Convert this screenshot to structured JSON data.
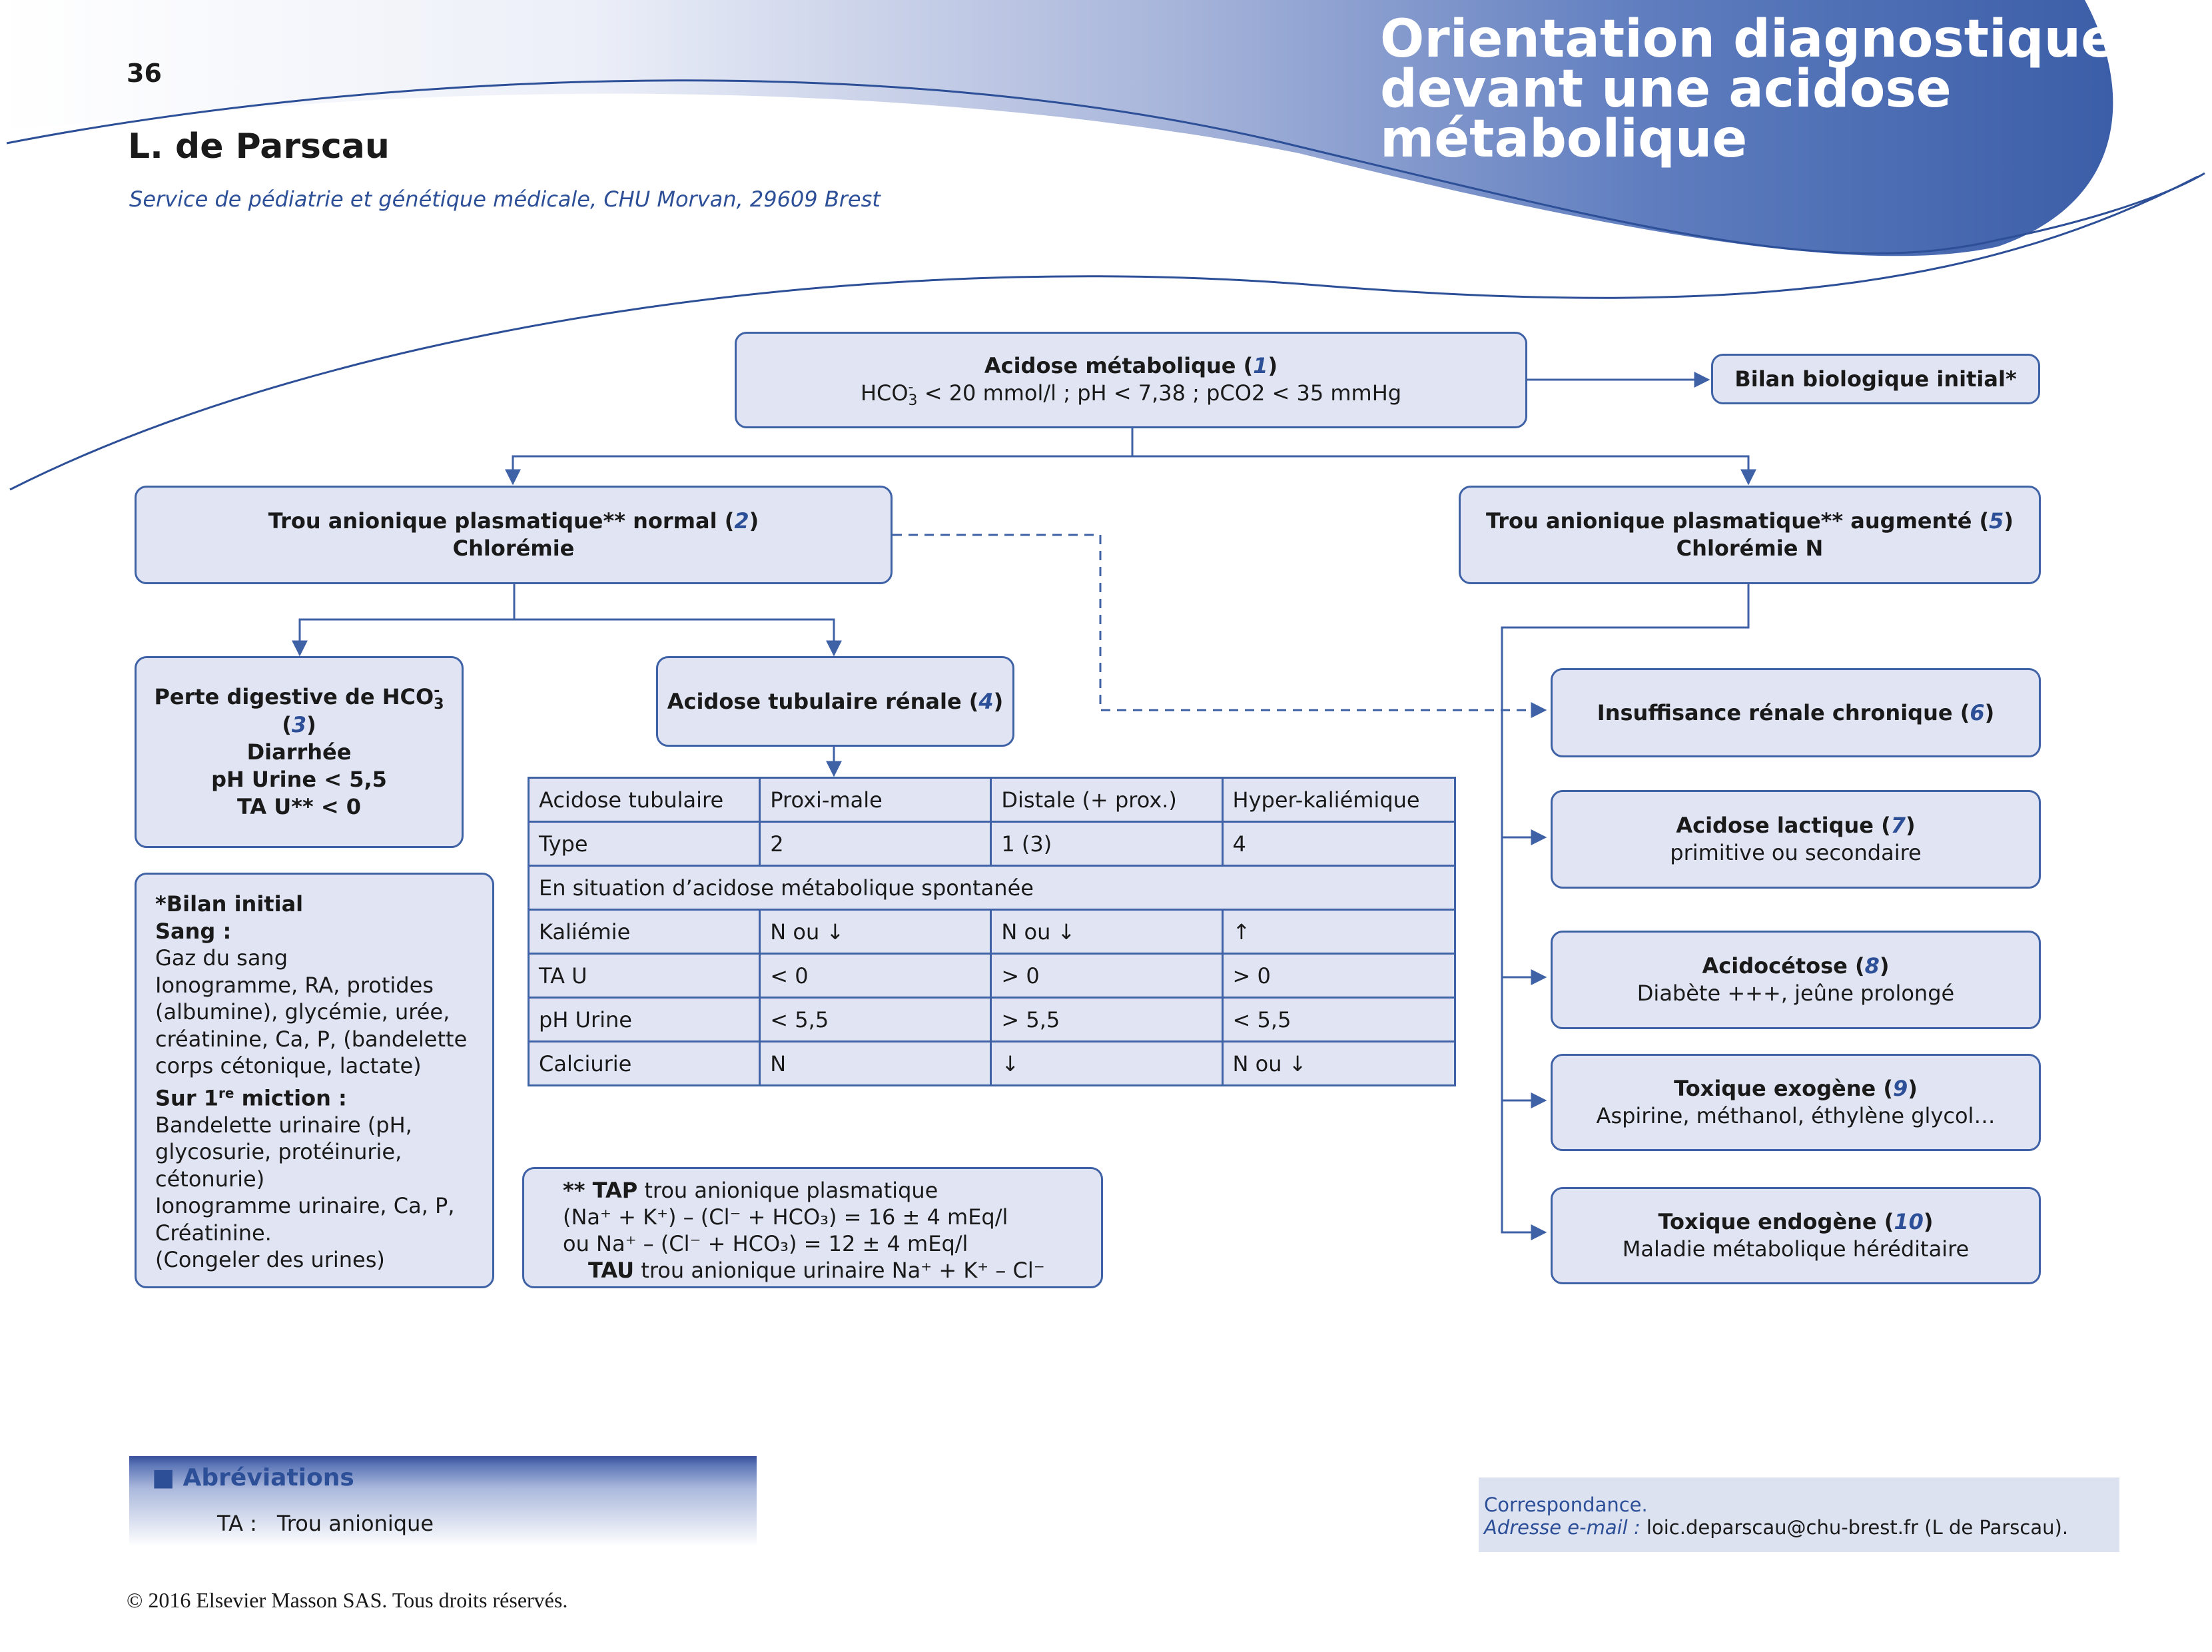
{
  "header": {
    "page_number": "36",
    "title_lines": [
      "Orientation diagnostique",
      "devant une acidose",
      "métabolique"
    ],
    "author": "L. de Parscau",
    "affiliation": "Service de pédiatrie et génétique médicale, CHU Morvan, 29609 Brest"
  },
  "colors": {
    "brand": "#3f62a6",
    "box_fill": "#e1e5f3",
    "link_text": "#2c4f97"
  },
  "boxes": {
    "root": {
      "title": "Acidose métabolique (",
      "ref": "1",
      "title_end": ")",
      "sub_pre": "HCO",
      "sub_sup": "-",
      "sub_subscr": "3",
      "sub_post": " < 20 mmol/l ; pH < 7,38 ; pCO2 < 35 mmHg"
    },
    "bilan": {
      "title": "Bilan biologique initial*"
    },
    "normal": {
      "title": "Trou anionique plasmatique** normal (",
      "ref": "2",
      "title_end": ")",
      "sub": "Chlorémie"
    },
    "augmente": {
      "title": "Trou anionique plasmatique** augmenté (",
      "ref": "5",
      "title_end": ")",
      "sub": "Chlorémie N"
    },
    "perte": {
      "title_pre": "Perte digestive de HCO",
      "title_sup": "-",
      "title_subscr": "3",
      "title_mid": " (",
      "ref": "3",
      "title_end": ")",
      "lines": [
        "Diarrhée",
        "pH Urine < 5,5",
        "TA U** < 0"
      ]
    },
    "tubulaire": {
      "title": "Acidose tubulaire rénale (",
      "ref": "4",
      "title_end": ")"
    },
    "irc": {
      "title": "Insuffisance rénale chronique (",
      "ref": "6",
      "title_end": ")"
    },
    "lactique": {
      "title": "Acidose lactique (",
      "ref": "7",
      "title_end": ")",
      "sub": "primitive ou secondaire"
    },
    "acidocetose": {
      "title": "Acidocétose (",
      "ref": "8",
      "title_end": ")",
      "sub": "Diabète +++, jeûne prolongé"
    },
    "exogene": {
      "title": "Toxique exogène (",
      "ref": "9",
      "title_end": ")",
      "sub": "Aspirine, méthanol, éthylène glycol…"
    },
    "endogene": {
      "title": "Toxique endogène (",
      "ref": "10",
      "title_end": ")",
      "sub": "Maladie métabolique héréditaire"
    }
  },
  "bilan_initial": {
    "heading": "*Bilan initial",
    "sang_label": "Sang :",
    "sang_lines": [
      "Gaz du sang",
      "Ionogramme, RA, protides",
      "(albumine), glycémie, urée,",
      "créatinine, Ca, P, (bandelette",
      "corps cétonique, lactate)"
    ],
    "miction_pre": "Sur 1",
    "miction_sup": "re",
    "miction_post": " miction :",
    "miction_lines": [
      "Bandelette urinaire (pH,",
      "glycosurie, protéinurie,",
      "cétonurie)",
      "Ionogramme urinaire, Ca, P,",
      "Créatinine.",
      "(Congeler des urines)"
    ]
  },
  "tap_note": {
    "l1_bold": "** TAP",
    "l1_text": " trou anionique plasmatique",
    "l2": "(Na⁺ + K⁺) – (Cl⁻ + HCO₃) = 16 ± 4 mEq/l",
    "l3": "ou Na⁺ – (Cl⁻ + HCO₃) = 12 ± 4 mEq/l",
    "l4_bold": "TAU",
    "l4_text": " trou anionique urinaire Na⁺ + K⁺ – Cl⁻"
  },
  "table": {
    "header": [
      "Acidose tubulaire",
      "Proxi-male",
      "Distale (+ prox.)",
      "Hyper-kaliémique"
    ],
    "type_row": [
      "Type",
      "2",
      "1 (3)",
      "4"
    ],
    "span_row": "En situation d’acidose métabolique spontanée",
    "rows": [
      [
        "Kaliémie",
        "N ou ↓",
        "N ou ↓",
        "↑"
      ],
      [
        "TA U",
        "< 0",
        "> 0",
        "> 0"
      ],
      [
        "pH Urine",
        "< 5,5",
        "> 5,5",
        "< 5,5"
      ],
      [
        "Calciurie",
        "N",
        "↓",
        "N ou ↓"
      ]
    ]
  },
  "abbreviations": {
    "title": "■ Abréviations",
    "items": [
      {
        "abbr": "TA :",
        "def": "Trou anionique"
      }
    ]
  },
  "correspondance": {
    "label": "Correspondance.",
    "email_label": "Adresse e-mail :",
    "email_value": " loic.deparscau@chu-brest.fr (L de Parscau)."
  },
  "copyright": "© 2016 Elsevier Masson SAS. Tous droits réservés."
}
